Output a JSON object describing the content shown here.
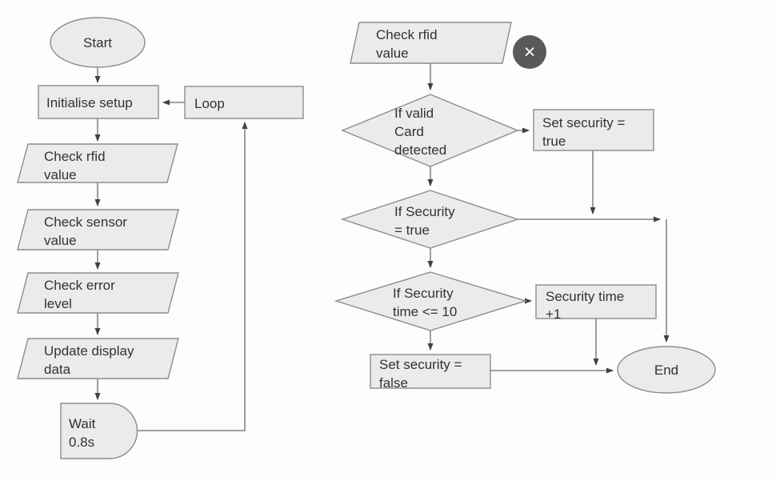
{
  "style": {
    "bg": "#fdfdfd",
    "shape_fill": "#ebebeb",
    "shape_stroke": "#8b8b95",
    "line": "#6a6a72",
    "arrow": "#3f3f45",
    "text": "#323236",
    "close_bg": "#59595c",
    "close_fg": "#ffffff"
  },
  "icons": {
    "close": "×"
  },
  "left_flow": {
    "start": {
      "label": "Start"
    },
    "initialise_setup": {
      "label": "Initialise setup"
    },
    "loop": {
      "label": "Loop"
    },
    "check_rfid": {
      "lines": [
        "Check rfid",
        "value"
      ]
    },
    "check_sensor": {
      "lines": [
        "Check sensor",
        "value"
      ]
    },
    "check_error": {
      "lines": [
        "Check error",
        "level"
      ]
    },
    "update_display": {
      "lines": [
        "Update display",
        "data"
      ]
    },
    "wait": {
      "lines": [
        "Wait",
        "0.8s"
      ]
    }
  },
  "right_flow": {
    "check_rfid": {
      "lines": [
        "Check rfid",
        "value"
      ]
    },
    "if_valid_card": {
      "lines": [
        "If valid",
        "Card",
        "detected"
      ]
    },
    "set_security_true": {
      "lines": [
        "Set security =",
        "true"
      ]
    },
    "if_security_true": {
      "lines": [
        "If Security",
        "= true"
      ]
    },
    "if_security_time": {
      "lines": [
        "If Security",
        "time <= 10"
      ]
    },
    "security_time_plus1": {
      "lines": [
        "Security time",
        "+1"
      ]
    },
    "set_security_false": {
      "lines": [
        "Set security =",
        "false"
      ]
    },
    "end": {
      "label": "End"
    }
  }
}
